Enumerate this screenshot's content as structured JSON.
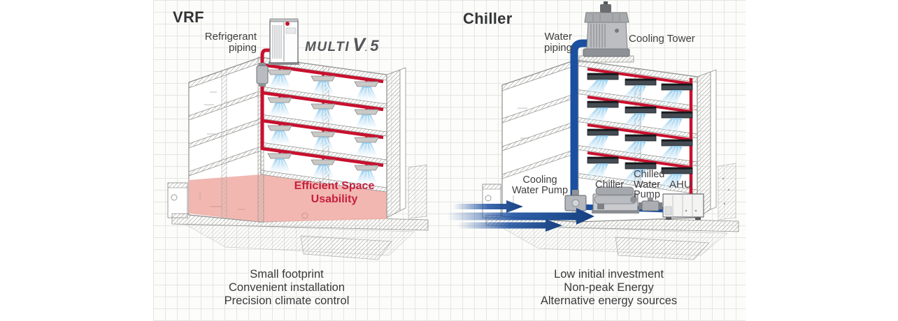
{
  "left_panel": {
    "title": "VRF",
    "piping_label": "Refrigerant\npiping",
    "brand": {
      "multi": "MULTI",
      "v": "V",
      "dot": ".",
      "five": "5"
    },
    "highlight_label": "Efficient Space\nUsability",
    "caption": [
      "Small footprint",
      "Convenient installation",
      "Precision climate control"
    ]
  },
  "right_panel": {
    "title": "Chiller",
    "piping_label": "Water\npiping",
    "tower_label": "Cooling Tower",
    "pump1_label": "Cooling\nWater Pump",
    "chiller_label": "Chiller",
    "pump2_label": "Chilled\nWater\nPump",
    "ahu_label": "AHU",
    "caption": [
      "Low initial investment",
      "Non-peak Energy",
      "Alternative energy sources"
    ]
  },
  "colors": {
    "refrigerant_red": "#c8102e",
    "water_blue": "#1b4fa0",
    "highlight_pink": "#f1b3ad",
    "highlight_text": "#c51f3f",
    "ink": "#3f3f41"
  }
}
